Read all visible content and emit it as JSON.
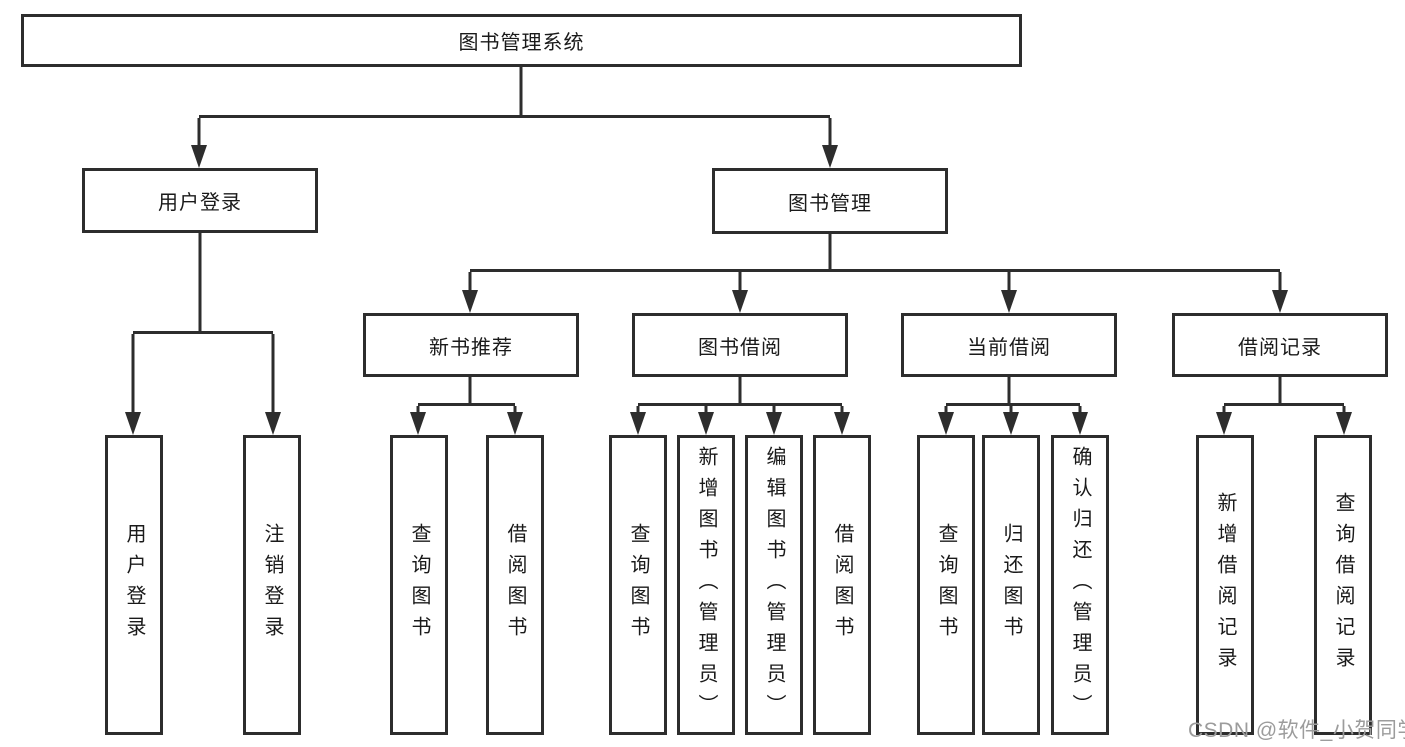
{
  "diagram": {
    "root": {
      "label": "图书管理系统"
    },
    "level2": [
      {
        "label": "用户登录",
        "parent": "图书管理系统"
      },
      {
        "label": "图书管理",
        "parent": "图书管理系统"
      }
    ],
    "level3": [
      {
        "label": "新书推荐",
        "parent": "图书管理"
      },
      {
        "label": "图书借阅",
        "parent": "图书管理"
      },
      {
        "label": "当前借阅",
        "parent": "图书管理"
      },
      {
        "label": "借阅记录",
        "parent": "图书管理"
      }
    ],
    "leaves": [
      {
        "label": "用户登录",
        "parent": "用户登录"
      },
      {
        "label": "注销登录",
        "parent": "用户登录"
      },
      {
        "label": "查询图书",
        "parent": "新书推荐"
      },
      {
        "label": "借阅图书",
        "parent": "新书推荐"
      },
      {
        "label": "查询图书",
        "parent": "图书借阅"
      },
      {
        "label": "新增图书（管理员）",
        "parent": "图书借阅"
      },
      {
        "label": "编辑图书（管理员）",
        "parent": "图书借阅"
      },
      {
        "label": "借阅图书",
        "parent": "图书借阅"
      },
      {
        "label": "查询图书",
        "parent": "当前借阅"
      },
      {
        "label": "归还图书",
        "parent": "当前借阅"
      },
      {
        "label": "确认归还（管理员）",
        "parent": "当前借阅"
      },
      {
        "label": "新增借阅记录",
        "parent": "借阅记录"
      },
      {
        "label": "查询借阅记录",
        "parent": "借阅记录"
      }
    ],
    "watermark": "CSDN @软件_小贺同学",
    "colors": {
      "line": "#2d2d2d",
      "box_border": "#2d2d2d",
      "box_fill": "#ffffff",
      "text": "#1a1a1a",
      "watermark": "#9c9c9c",
      "background": "#ffffff"
    }
  }
}
